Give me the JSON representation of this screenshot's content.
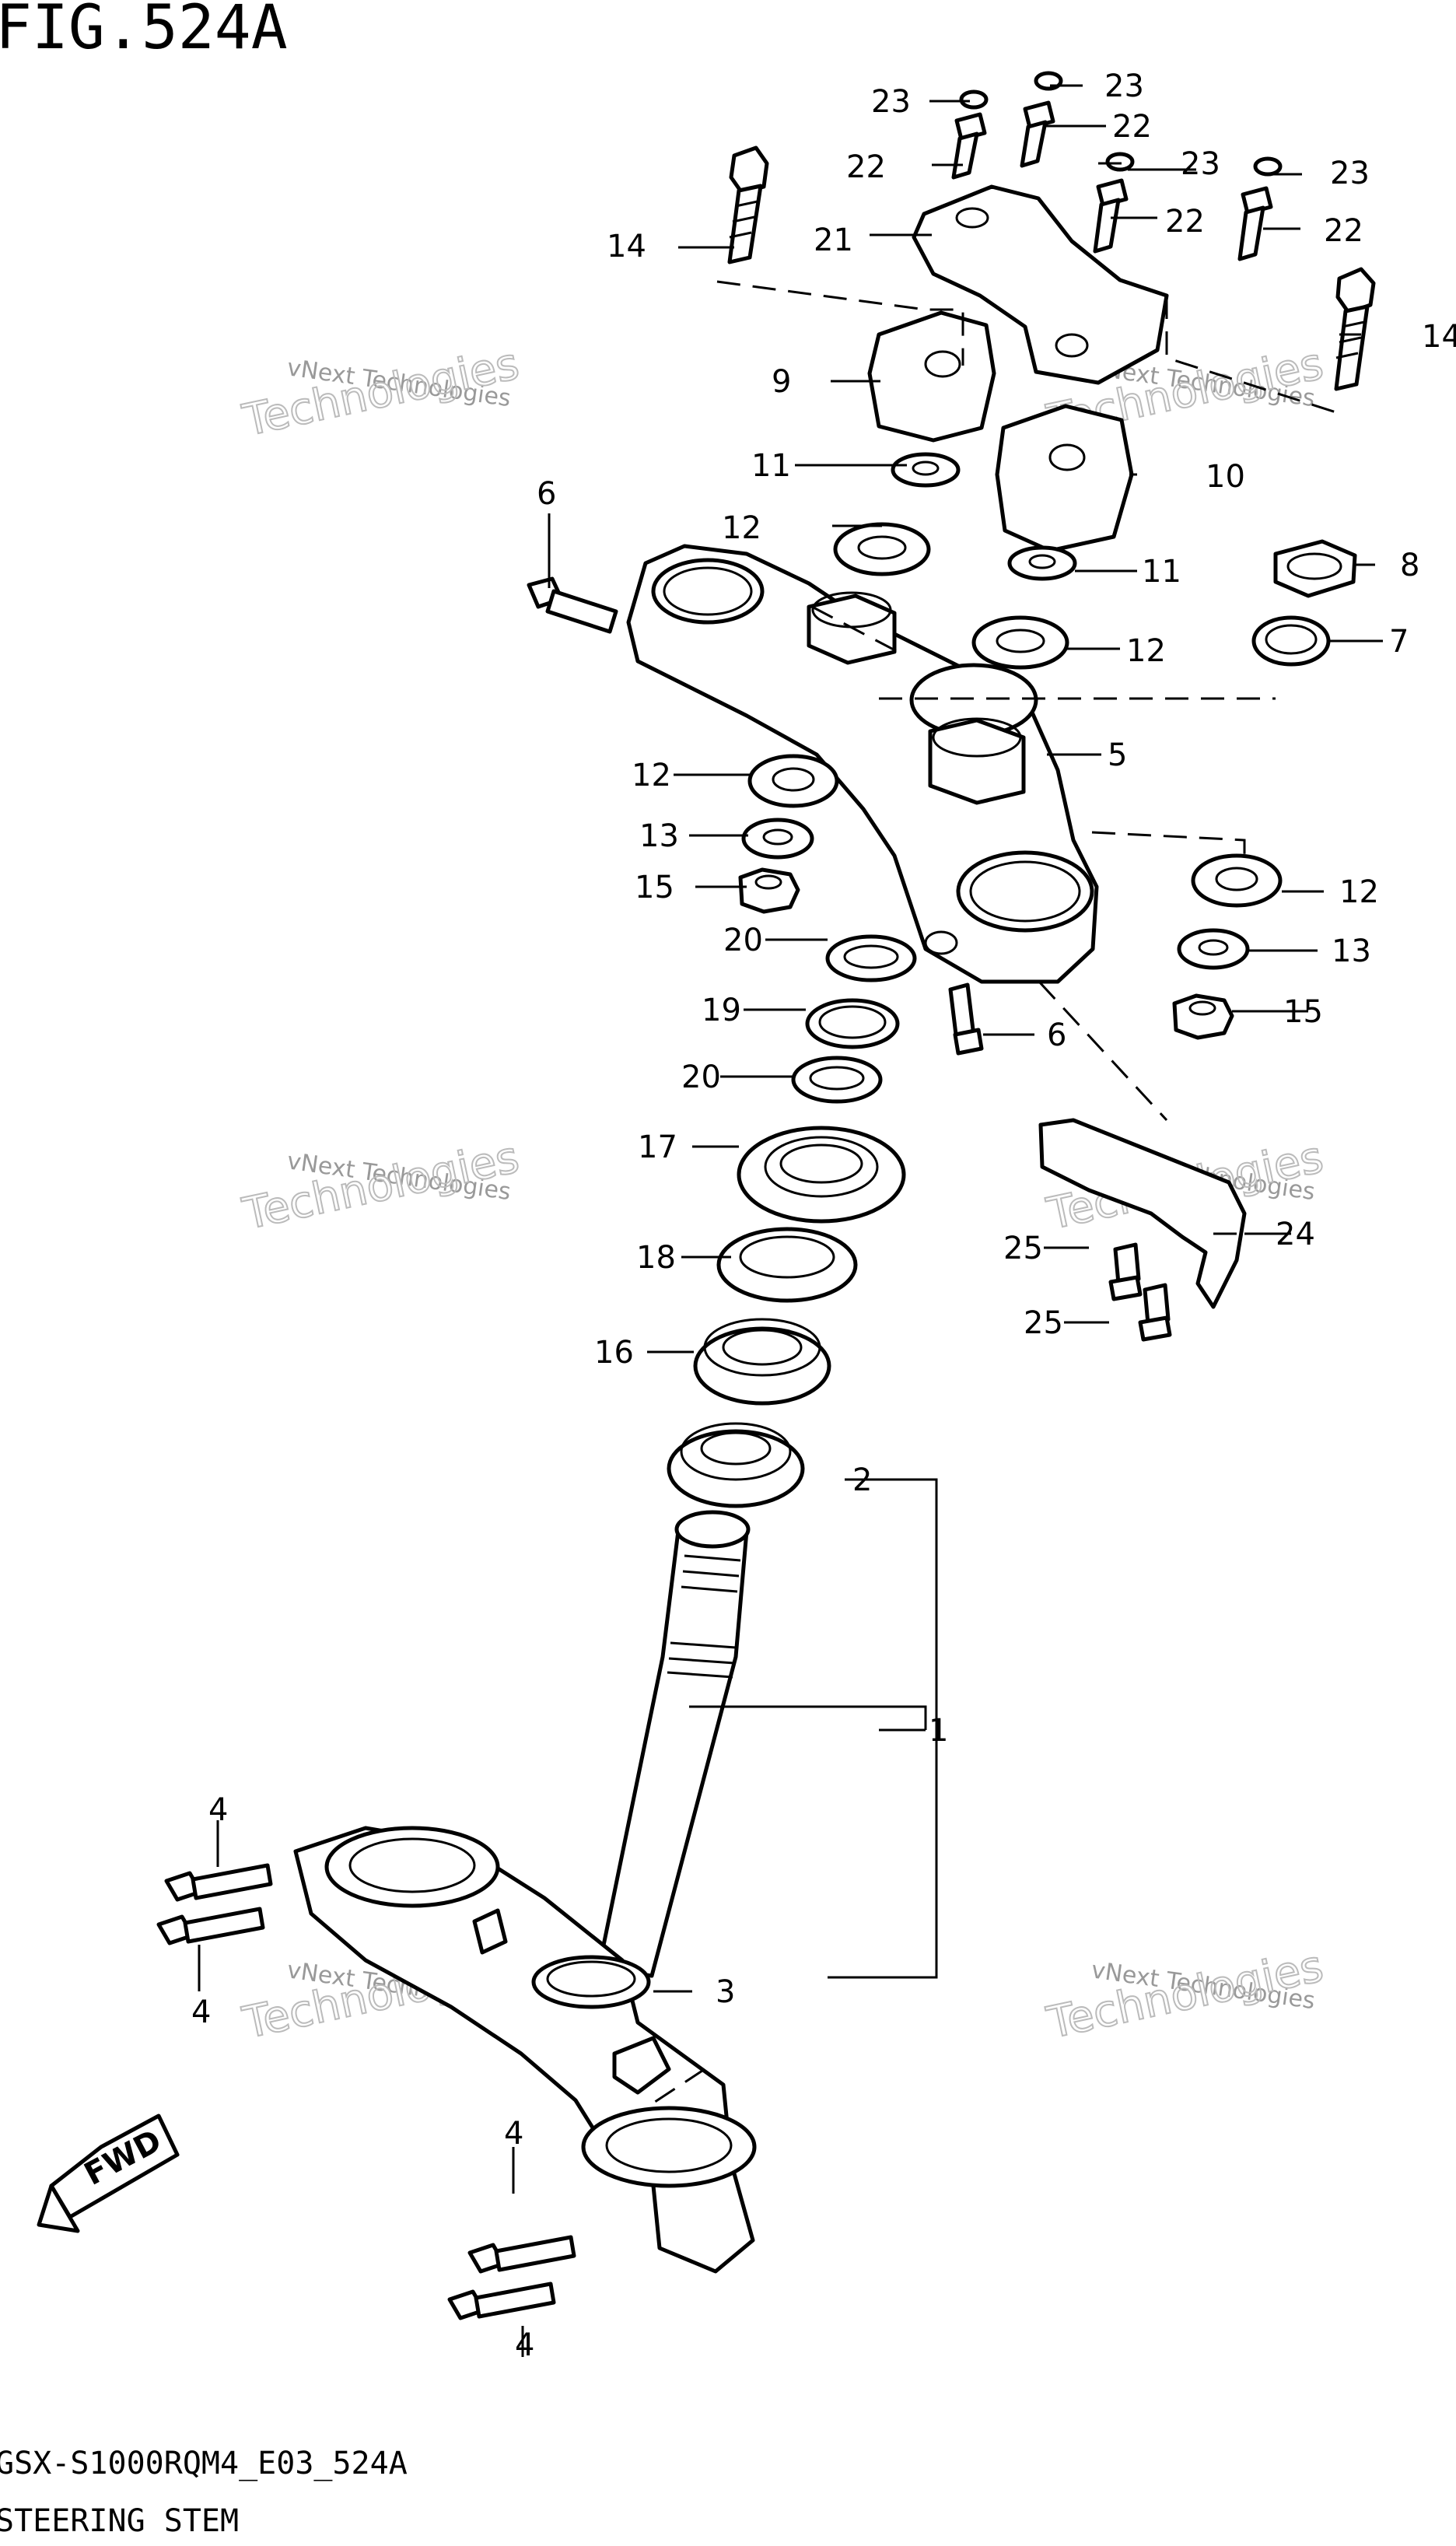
{
  "figure": {
    "title": "FIG.524A"
  },
  "footer": {
    "model_code": "GSX-S1000RQM4_E03_524A",
    "section_name": "STEERING STEM"
  },
  "watermark": {
    "line1": "vNext Technologies",
    "line2": "Technologies"
  },
  "fwd_label": "FWD",
  "callouts": {
    "c1": "1",
    "c2": "2",
    "c3": "3",
    "c4a": "4",
    "c4b": "4",
    "c4c": "4",
    "c4d": "4",
    "c5": "5",
    "c6a": "6",
    "c6b": "6",
    "c7": "7",
    "c8": "8",
    "c9": "9",
    "c10": "10",
    "c11a": "11",
    "c11b": "11",
    "c12a": "12",
    "c12b": "12",
    "c12c": "12",
    "c12d": "12",
    "c13a": "13",
    "c13b": "13",
    "c14a": "14",
    "c14b": "14",
    "c15a": "15",
    "c15b": "15",
    "c16": "16",
    "c17": "17",
    "c18": "18",
    "c19": "19",
    "c20a": "20",
    "c20b": "20",
    "c21": "21",
    "c22a": "22",
    "c22b": "22",
    "c22c": "22",
    "c22d": "22",
    "c23a": "23",
    "c23b": "23",
    "c23c": "23",
    "c23d": "23",
    "c24": "24",
    "c25a": "25",
    "c25b": "25"
  }
}
